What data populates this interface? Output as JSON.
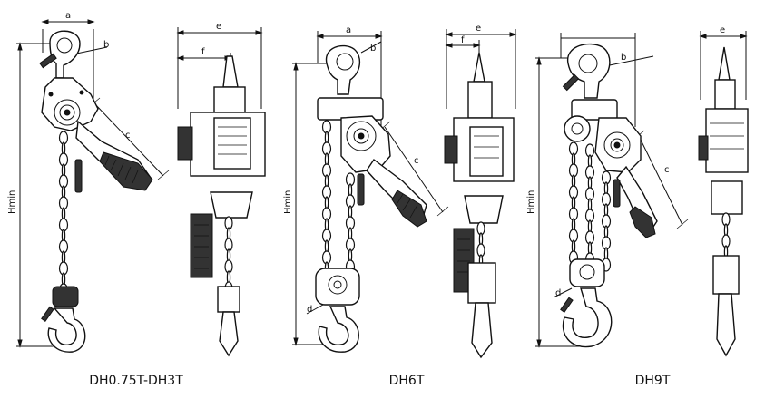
{
  "diagrams": [
    {
      "caption": "DH0.75T-DH3T",
      "front_labels": {
        "a": "a",
        "b": "b",
        "c": "c",
        "h": "Hmin"
      },
      "side_labels": {
        "e": "e",
        "f": "f"
      }
    },
    {
      "caption": "DH6T",
      "front_labels": {
        "a": "a",
        "b": "b",
        "c": "c",
        "d": "d",
        "h": "Hmin"
      },
      "side_labels": {
        "e": "e",
        "f": "f"
      }
    },
    {
      "caption": "DH9T",
      "front_labels": {
        "b": "b",
        "c": "c",
        "d": "d",
        "h": "Hmin"
      },
      "side_labels": {
        "e": "e"
      }
    }
  ]
}
